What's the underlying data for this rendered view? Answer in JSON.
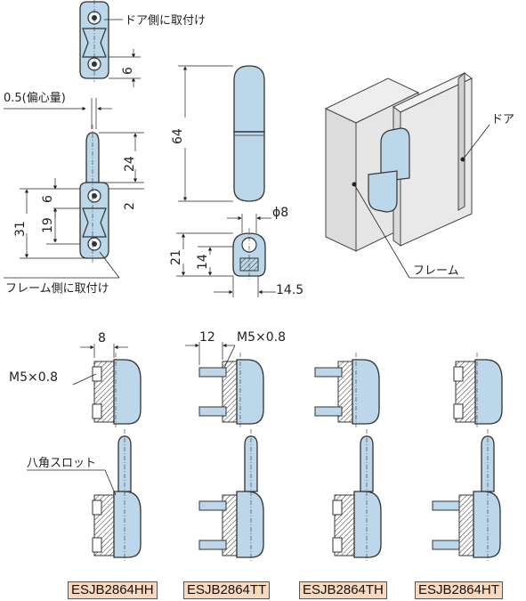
{
  "colors": {
    "part": "#bcd6ea",
    "outline": "#333333",
    "badge": "#f8d9bd",
    "panel": "#e9e9e9"
  },
  "top": {
    "door_mount_label": "ドア側に取付け",
    "frame_mount_label": "フレーム側に取付け",
    "offset_label": "0.5(偏心量)",
    "door_label": "ドア",
    "frame_label": "フレーム",
    "dims": {
      "d6_top": "6",
      "d24": "24",
      "d2": "2",
      "d6_left": "6",
      "d19": "19",
      "d31": "31",
      "d64": "64",
      "phi8": "ϕ8",
      "d21": "21",
      "d14": "14",
      "d14_5": "14.5"
    }
  },
  "bottom": {
    "dim_8": "8",
    "dim_12": "12",
    "thread_left": "M5×0.8",
    "thread_top": "M5×0.8",
    "hex_slot_label": "八角スロット",
    "models": [
      "ESJB2864HH",
      "ESJB2864TT",
      "ESJB2864TH",
      "ESJB2864HT"
    ]
  }
}
